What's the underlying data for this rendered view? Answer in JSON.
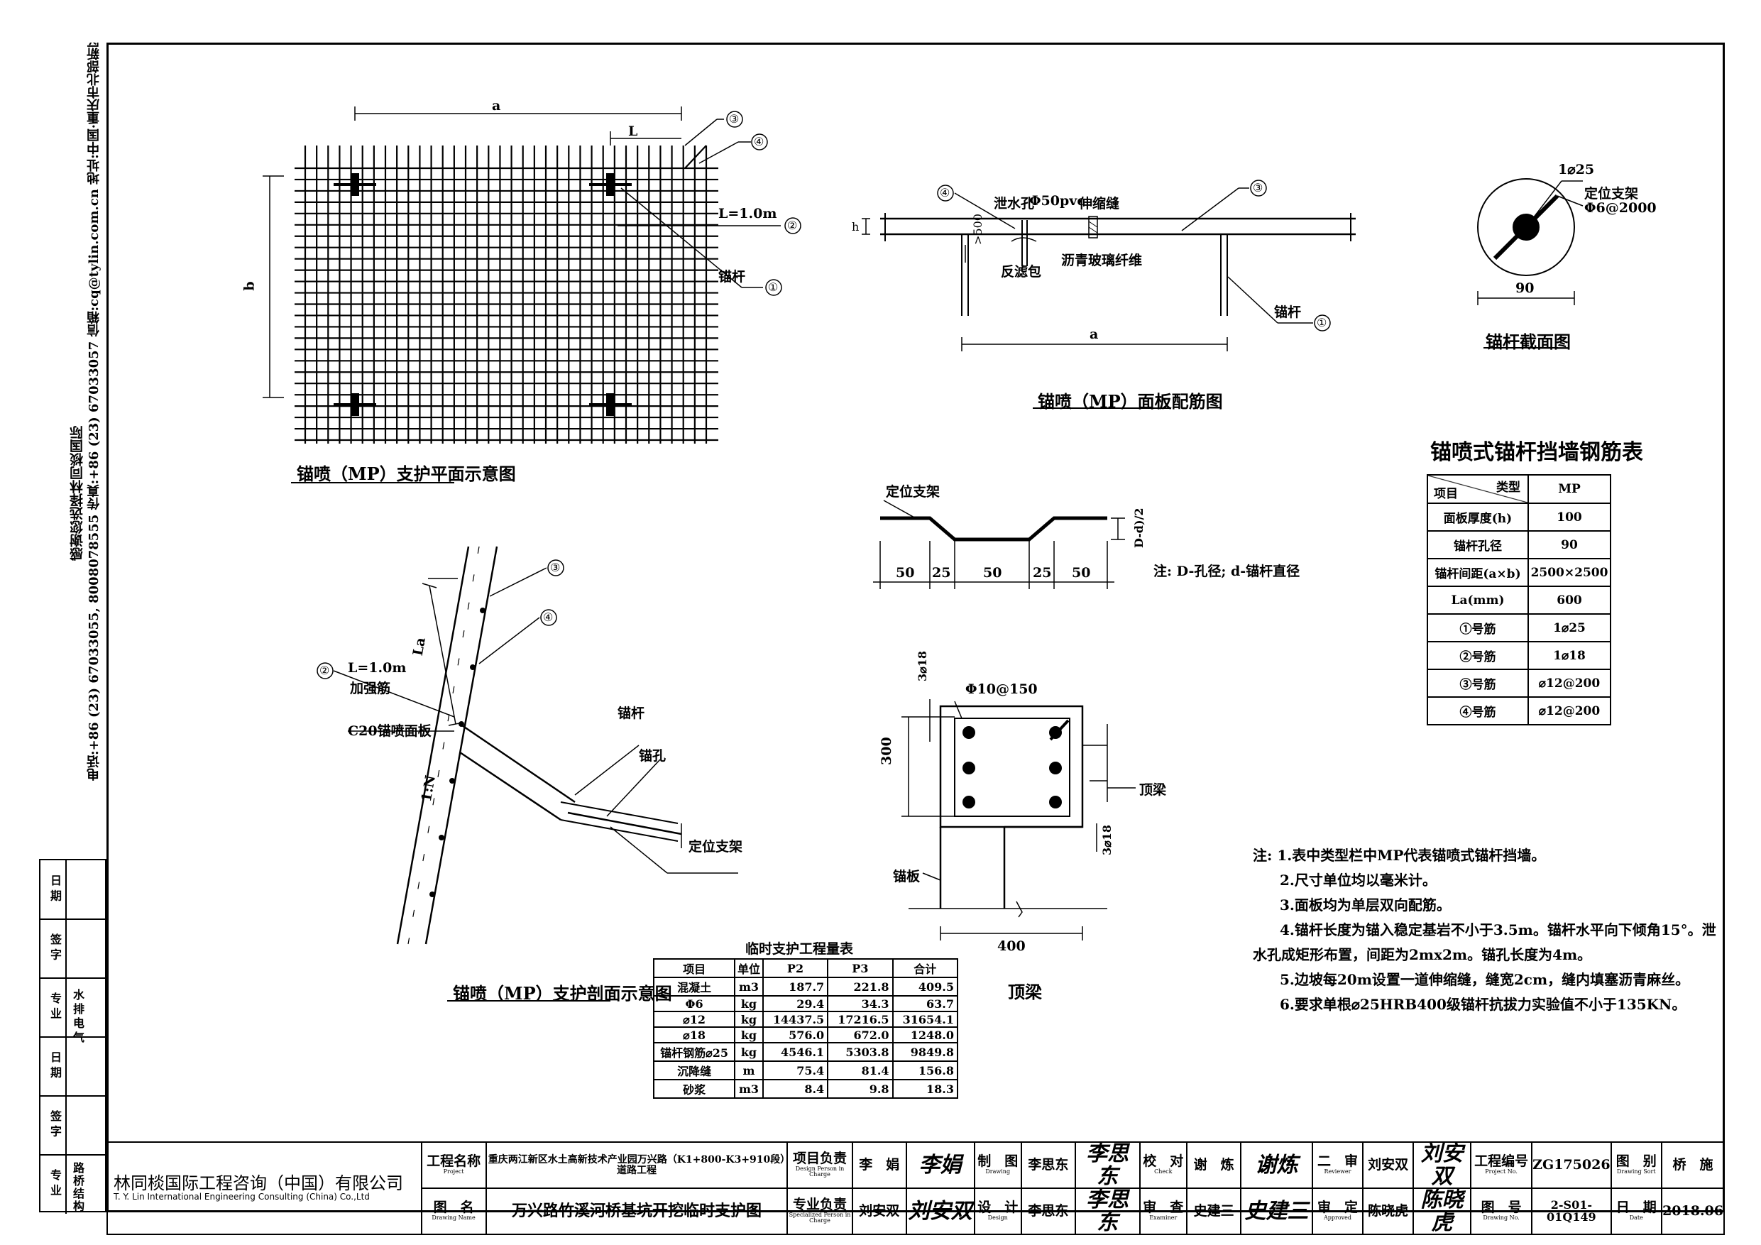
{
  "side_company": "感谢您选择林同棪国际",
  "side_contact": "电话:+86 (23) 67033055, 8008078555 传真:+86 (23) 67033057 信箱:cq@tylin.com.cn 地址:中国·重庆市北部新区高新园黄杨路6号",
  "margin_signoff": {
    "rows": [
      {
        "label": "日 期"
      },
      {
        "label": "签 字"
      },
      {
        "label": "专 业"
      },
      {
        "label": "日 期"
      },
      {
        "label": "签 字"
      },
      {
        "label": "专 业"
      }
    ],
    "disciplines_a": [
      "水",
      "排",
      "电",
      "气"
    ],
    "disciplines_b": [
      "路",
      "桥",
      "结",
      "构"
    ]
  },
  "plan_view": {
    "title": "锚喷（MP）支护平面示意图",
    "dim_a": "a",
    "dim_b": "b",
    "dim_L": "L",
    "len_label": "L=1.0m",
    "anchor_label": "锚杆",
    "callouts": [
      "③",
      "④",
      "②",
      "①"
    ]
  },
  "panel_view": {
    "title": "锚喷（MP）面板配筋图",
    "drain_hole": "泄水孔",
    "pipe": "Φ50pvc",
    "expansion_joint": "伸缩缝",
    "filter_bag": "反滤包",
    "asphalt": "沥青玻璃纤维",
    "dim_500": ">500",
    "dim_h": "h",
    "dim_a": "a",
    "anchor_label": "锚杆",
    "callouts": [
      "④",
      "③",
      "①"
    ]
  },
  "section_circle": {
    "title": "锚杆截面图",
    "rebar": "1⌀25",
    "bracket": "定位支架",
    "bracket_spec": "Φ6@2000",
    "dim": "90"
  },
  "bracket_detail": {
    "title": "定位支架",
    "dims": [
      "50",
      "25",
      "50",
      "25",
      "50"
    ],
    "dim_d": "D-d)/2",
    "note": "注: D-孔径; d-锚杆直径"
  },
  "section_view": {
    "title": "锚喷（MP）支护剖面示意图",
    "len_label": "L=1.0m",
    "reinforce": "加强筋",
    "panel": "C20锚喷面板",
    "anchor": "锚杆",
    "hole": "锚孔",
    "bracket": "定位支架",
    "La": "La",
    "slope": "1:N",
    "callouts": [
      "③",
      "④",
      "②"
    ]
  },
  "top_beam": {
    "title": "顶梁",
    "stirrup": "Φ10@150",
    "top_bars": "3⌀18",
    "bottom_bars": "3⌀18",
    "dim_300": "300",
    "dim_400": "400",
    "beam_label": "顶梁",
    "panel_label": "锚板"
  },
  "rebar_table": {
    "title": "锚喷式锚杆挡墙钢筋表",
    "header_type": "类型",
    "header_item": "项目",
    "header_value": "MP",
    "rows": [
      [
        "面板厚度(h)",
        "100"
      ],
      [
        "锚杆孔径",
        "90"
      ],
      [
        "锚杆间距(a×b)",
        "2500×2500"
      ],
      [
        "La(mm)",
        "600"
      ],
      [
        "①号筋",
        "1⌀25"
      ],
      [
        "②号筋",
        "1⌀18"
      ],
      [
        "③号筋",
        "⌀12@200"
      ],
      [
        "④号筋",
        "⌀12@200"
      ]
    ]
  },
  "quantity_table": {
    "title": "临时支护工程量表",
    "headers": [
      "项目",
      "单位",
      "P2",
      "P3",
      "合计"
    ],
    "rows": [
      [
        "混凝土",
        "m3",
        "187.7",
        "221.8",
        "409.5"
      ],
      [
        "Φ6",
        "kg",
        "29.4",
        "34.3",
        "63.7"
      ],
      [
        "⌀12",
        "kg",
        "14437.5",
        "17216.5",
        "31654.1"
      ],
      [
        "⌀18",
        "kg",
        "576.0",
        "672.0",
        "1248.0"
      ],
      [
        "锚杆钢筋⌀25",
        "kg",
        "4546.1",
        "5303.8",
        "9849.8"
      ],
      [
        "沉降缝",
        "m",
        "75.4",
        "81.4",
        "156.8"
      ],
      [
        "砂浆",
        "m3",
        "8.4",
        "9.8",
        "18.3"
      ]
    ]
  },
  "notes": [
    "注: 1.表中类型栏中MP代表锚喷式锚杆挡墙。",
    "2.尺寸单位均以毫米计。",
    "3.面板均为单层双向配筋。",
    "4.锚杆长度为锚入稳定基岩不小于3.5m。锚杆水平向下倾角15°。泄",
    "水孔成矩形布置，间距为2mx2m。锚孔长度为4m。",
    "5.边坡每20m设置一道伸缩缝，缝宽2cm，缝内填塞沥青麻丝。",
    "6.要求单根⌀25HRB400级锚杆抗拔力实验值不小于135KN。"
  ],
  "title_block": {
    "company_cn": "林同棪国际工程咨询（中国）有限公司",
    "company_en": "T. Y. Lin International Engineering Consulting (China) Co.,Ltd",
    "project_label": "工程名称",
    "project_label_en": "Project",
    "project_name": "重庆两江新区水土高新技术产业园万兴路（K1+800-K3+910段）道路工程",
    "drawing_label": "图　名",
    "drawing_label_en": "Drawing Name",
    "drawing_name": "万兴路竹溪河桥基坑开挖临时支护图",
    "pm_label": "项目负责",
    "pm_label_en": "Design Person in Charge",
    "pm_name": "李　娟",
    "spec_label": "专业负责",
    "spec_label_en": "Specialized Person in Charge",
    "spec_name": "刘安双",
    "draw_label": "制　图",
    "draw_label_en": "Drawing",
    "draw_name": "李思东",
    "design_label": "设　计",
    "design_label_en": "Design",
    "design_name": "李思东",
    "check_label": "校　对",
    "check_label_en": "Check",
    "check_name": "谢　炼",
    "exam_label": "审　查",
    "exam_label_en": "Examiner",
    "exam_name": "史建三",
    "review_label": "二　审",
    "review_label_en": "Reviewer",
    "review_name": "刘安双",
    "approve_label": "审　定",
    "approve_label_en": "Approved",
    "approve_name": "陈晓虎",
    "proj_no_label": "工程编号",
    "proj_no_label_en": "Project No.",
    "proj_no": "ZG175026",
    "sort_label": "图　别",
    "sort_label_en": "Drawing Sort",
    "sort": "桥　施",
    "dwg_no_label": "图　号",
    "dwg_no_label_en": "Drawing No.",
    "dwg_no": "2-S01-01Q149",
    "date_label": "日　期",
    "date_label_en": "Date",
    "date": "2018.06",
    "sig_pm": "李娟",
    "sig_spec": "刘安双",
    "sig_draw": "李思东",
    "sig_design": "李思东",
    "sig_check": "谢炼",
    "sig_exam": "史建三",
    "sig_review": "刘安双",
    "sig_approve": "陈晓虎"
  }
}
